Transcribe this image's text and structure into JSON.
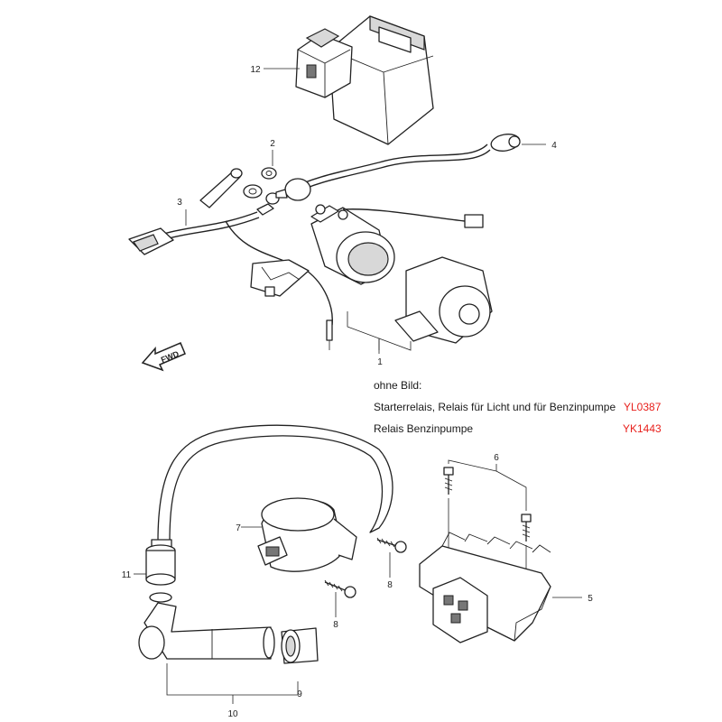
{
  "callouts": {
    "c1": "1",
    "c2": "2",
    "c3": "3",
    "c4": "4",
    "c5": "5",
    "c6": "6",
    "c7": "7",
    "c8a": "8",
    "c8b": "8",
    "c9": "9",
    "c10": "10",
    "c11": "11",
    "c12": "12"
  },
  "fwd_label": "FWD",
  "notes": {
    "heading": "ohne Bild:",
    "rows": [
      {
        "text": "Starterrelais, Relais für Licht und für Benzinpumpe",
        "code": "YL0387"
      },
      {
        "text": "Relais Benzinpumpe",
        "code": "YK1443"
      }
    ]
  },
  "colors": {
    "code": "#e8201c",
    "line": "#222222",
    "background": "#ffffff"
  }
}
